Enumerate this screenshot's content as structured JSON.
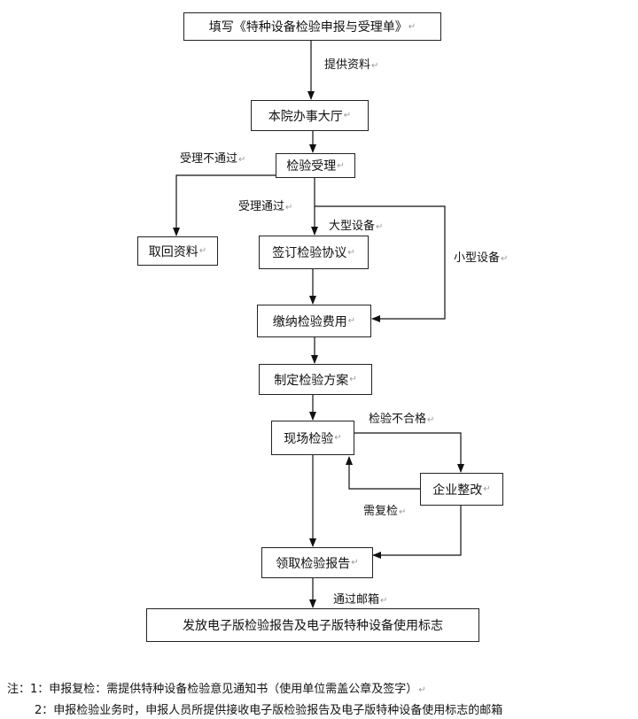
{
  "boxes": {
    "fill_form": "填写《特种设备检验申报与受理单》",
    "service_hall": "本院办事大厅",
    "inspection_acceptance": "检验受理",
    "take_back_materials": "取回资料",
    "sign_agreement": "签订检验协议",
    "pay_fee": "缴纳检验费用",
    "make_plan": "制定检验方案",
    "onsite_inspection": "现场检验",
    "rectification": "企业整改",
    "collect_report": "领取检验报告",
    "issue_report": "发放电子版检验报告及电子版特种设备使用标志"
  },
  "edge_labels": {
    "provide_materials": "提供资料",
    "not_accepted": "受理不通过",
    "accepted": "受理通过",
    "large_equipment": "大型设备",
    "small_equipment": "小型设备",
    "unqualified": "检验不合格",
    "reinspection": "需复检",
    "via_email": "通过邮箱"
  },
  "notes": {
    "line1": "注：1：申报复检：需提供特种设备检验意见通知书（使用单位需盖公章及签字）",
    "line2": "2：申报检验业务时，申报人员所提供接收电子版检验报告及电子版特种设备使用标志的邮箱"
  },
  "paragraph_mark": "↵"
}
